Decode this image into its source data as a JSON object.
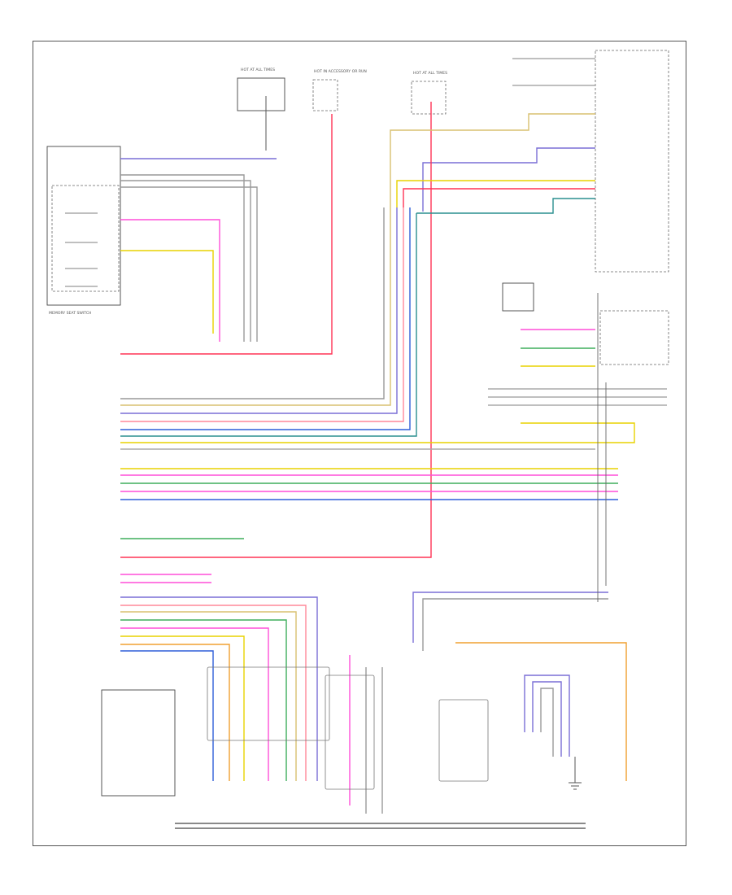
{
  "diagram": {
    "footer_code": "",
    "components": {
      "memory_seat_switch": "MEMORY SEAT SWITCH",
      "seat_module": "",
      "smart_junction_box": "",
      "hot_at_all_times_left": "HOT AT ALL TIMES",
      "hot_at_all_times_right": "HOT AT ALL TIMES",
      "hot_in_accessory": "HOT IN ACCESSORY OR RUN",
      "front_lh_seatbelt": "",
      "bottom_bus": "",
      "driver_door_module": "",
      "ground_point": ""
    },
    "colors": {
      "violet": "#7a6fd6",
      "pink": "#ff4fd8",
      "yellow": "#e8d200",
      "red": "#ff3355",
      "blue": "#2f5fd9",
      "green": "#3fae5c",
      "orange": "#f0a030",
      "teal": "#2a8f8f",
      "tan": "#d8c070",
      "gray": "#888888"
    }
  }
}
